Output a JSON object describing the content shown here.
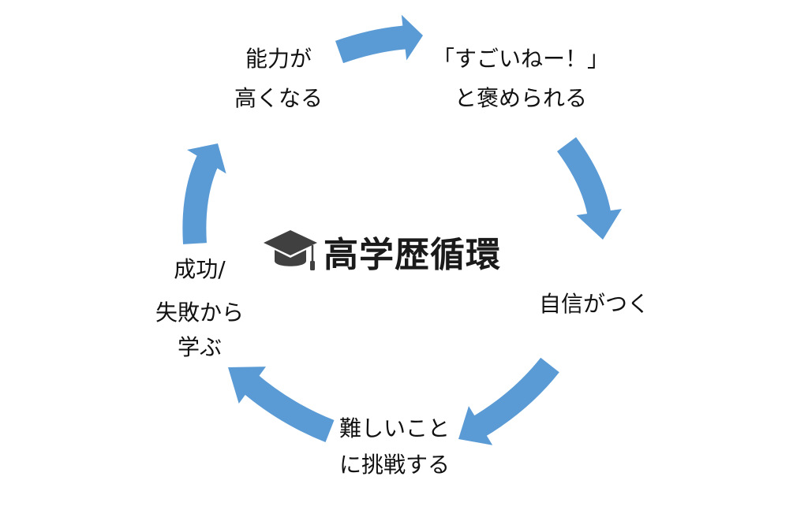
{
  "title": "高学歴循環",
  "icon": "graduation-cap-icon",
  "colors": {
    "arrow": "#5b9bd5",
    "text": "#111111",
    "icon": "#404040"
  },
  "cycle": [
    {
      "lines": [
        "能力が",
        "高くなる"
      ]
    },
    {
      "lines": [
        "「すごいねー！」",
        "と褒められる"
      ]
    },
    {
      "lines": [
        "自信がつく"
      ]
    },
    {
      "lines": [
        "難しいこと",
        "に挑戦する"
      ]
    },
    {
      "lines": [
        "成功/",
        "失敗から",
        "学ぶ"
      ]
    }
  ]
}
